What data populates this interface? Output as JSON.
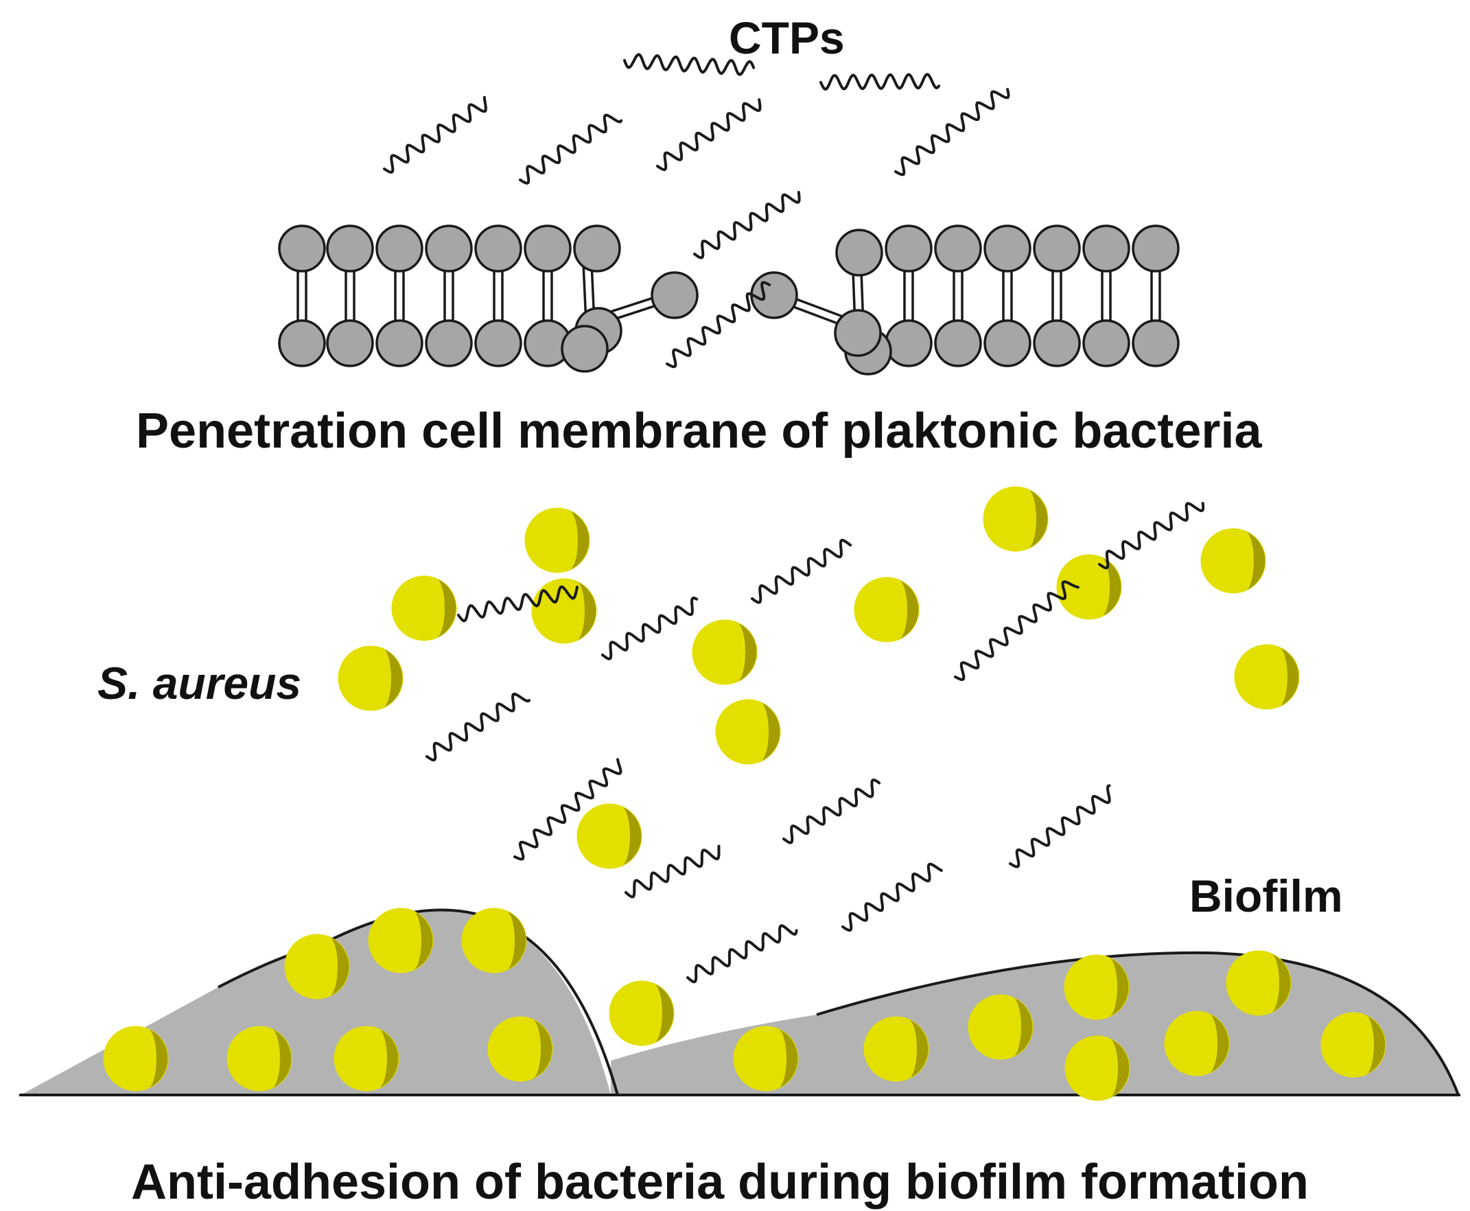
{
  "labels": {
    "ctps": "CTPs",
    "penetration": "Penetration cell membrane of plaktonic bacteria",
    "s_aureus": "S. aureus",
    "biofilm": "Biofilm",
    "anti_adhesion": "Anti-adhesion of bacteria during biofilm formation"
  },
  "colors": {
    "lipid_head": "#a6a6a6",
    "bacterium": "#e3e000",
    "bacterium_shade": "#a39d00",
    "biofilm": "#b3b3b3",
    "outline": "#1a1a1a"
  }
}
